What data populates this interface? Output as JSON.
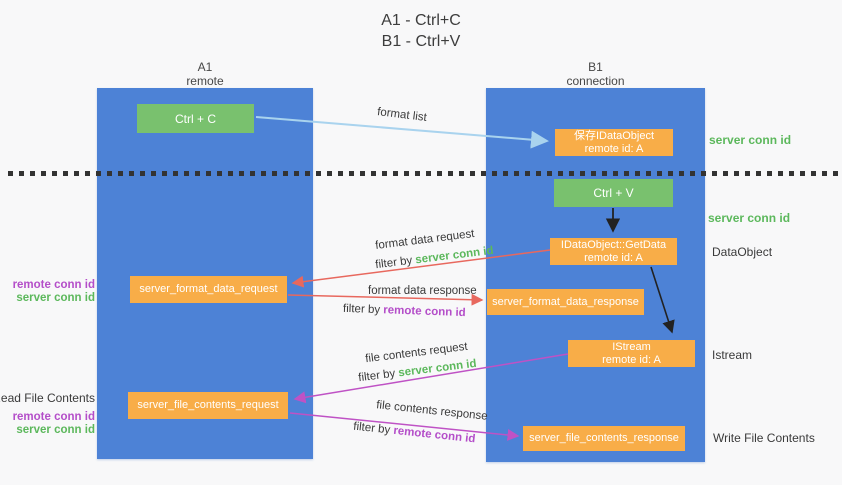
{
  "title": {
    "line1": "A1 - Ctrl+C",
    "line2": "B1 - Ctrl+V"
  },
  "lanes": {
    "left": {
      "header_line1": "A1",
      "header_line2": "remote"
    },
    "right": {
      "header_line1": "B1",
      "header_line2": "connection"
    }
  },
  "nodes": {
    "ctrl_c": {
      "label": "Ctrl + C"
    },
    "ctrl_v": {
      "label": "Ctrl + V"
    },
    "save_idataobject": {
      "line1": "保存IDataObject",
      "line2": "remote id: A"
    },
    "getdata": {
      "line1": "IDataObject::GetData",
      "line2": "remote id: A"
    },
    "istream": {
      "line1": "IStream",
      "line2": "remote id: A"
    },
    "format_request": {
      "label": "server_format_data_request"
    },
    "format_response": {
      "label": "server_format_data_response"
    },
    "file_request": {
      "label": "server_file_contents_request"
    },
    "file_response": {
      "label": "server_file_contents_response"
    }
  },
  "side_labels": {
    "right_server_conn_id_top": "server conn id",
    "right_server_conn_id_mid": "server conn id",
    "dataobject": "DataObject",
    "istream": "Istream",
    "write_file_contents": "Write File Contents",
    "read_file_contents": "Read File Contents",
    "left_remote_conn_id_1": "remote conn id",
    "left_server_conn_id_1": "server conn id",
    "left_remote_conn_id_2": "remote conn id",
    "left_server_conn_id_2": "server conn id"
  },
  "arrow_labels": {
    "format_list": "format list",
    "format_data_request": "format data request",
    "filter1": {
      "prefix": "filter by ",
      "value": "server conn id"
    },
    "format_data_response": "format data response",
    "filter2": {
      "prefix": "filter by ",
      "value": "remote conn id"
    },
    "file_contents_request": "file contents request",
    "filter3": {
      "prefix": "filter by ",
      "value": "server conn id"
    },
    "file_contents_response": "file contents response",
    "filter4": {
      "prefix": "filter by ",
      "value": "remote conn id"
    }
  },
  "colors": {
    "lane_blue": "#4d82d6",
    "node_green": "#79c16e",
    "node_orange": "#f8ad48",
    "arrow_blue": "#a9d3ee",
    "arrow_red": "#e8685e",
    "arrow_magenta": "#bf52c5",
    "arrow_black": "#222222",
    "text_green": "#5cb85c",
    "text_purple": "#b44ec9",
    "text_dark": "#3a3a3a"
  }
}
